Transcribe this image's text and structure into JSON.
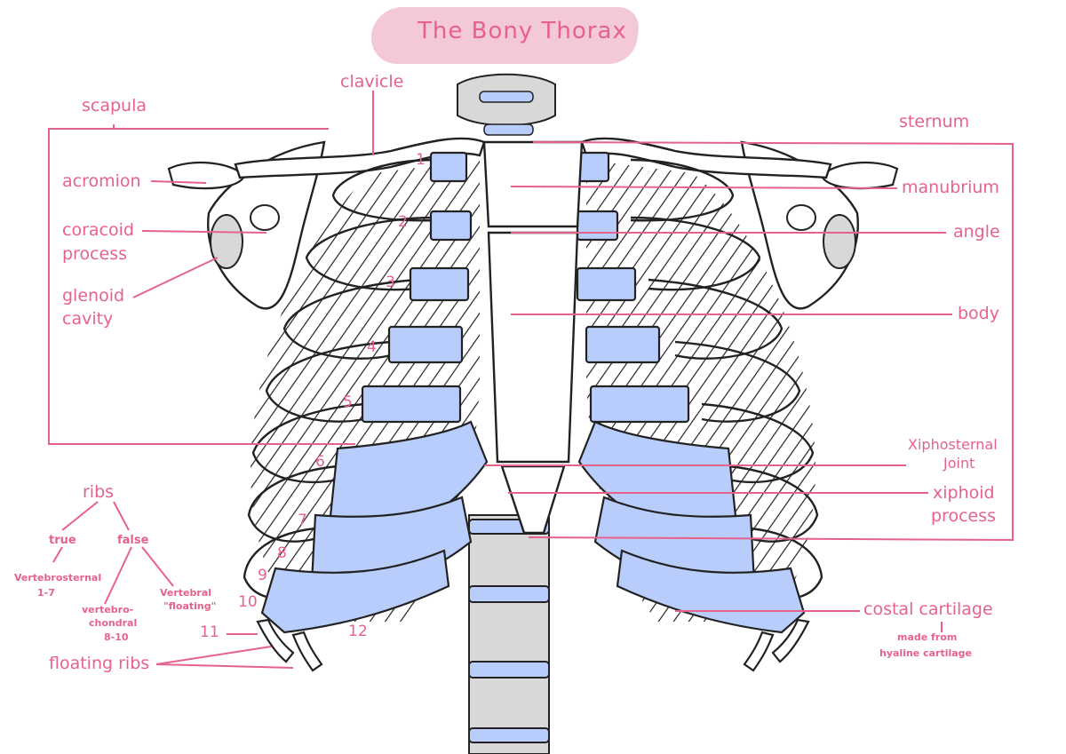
{
  "title": "The Bony Thorax",
  "colors": {
    "label": "#e7628a",
    "cartilage": "#b9cdfc",
    "bone_shade": "#d8d8d8",
    "title_bg": "#f4c9d7"
  },
  "labels": {
    "clavicle": "clavicle",
    "scapula": "scapula",
    "acromion": "acromion",
    "coracoid_1": "coracoid",
    "coracoid_2": "process",
    "glenoid_1": "glenoid",
    "glenoid_2": "cavity",
    "sternum": "sternum",
    "manubrium": "manubrium",
    "angle": "angle",
    "body": "body",
    "xiphosternal_1": "Xiphosternal",
    "xiphosternal_2": "Joint",
    "xiphoid_1": "xiphoid",
    "xiphoid_2": "process",
    "costal_cartilage": "costal cartilage",
    "costal_note_1": "made from",
    "costal_note_2": "hyaline cartilage",
    "floating_ribs": "floating ribs"
  },
  "rib_numbers": [
    "1",
    "2",
    "3",
    "4",
    "5",
    "6",
    "7",
    "8",
    "9",
    "10",
    "11",
    "12"
  ],
  "ribs_tree": {
    "root": "ribs",
    "true": "true",
    "false": "false",
    "vertebrosternal": "Vertebrosternal",
    "vertebrosternal_range": "1-7",
    "vertebrochondral_1": "vertebro-",
    "vertebrochondral_2": "chondral",
    "vertebrochondral_range": "8-10",
    "vertebral_1": "Vertebral",
    "vertebral_2": "\"floating\""
  }
}
